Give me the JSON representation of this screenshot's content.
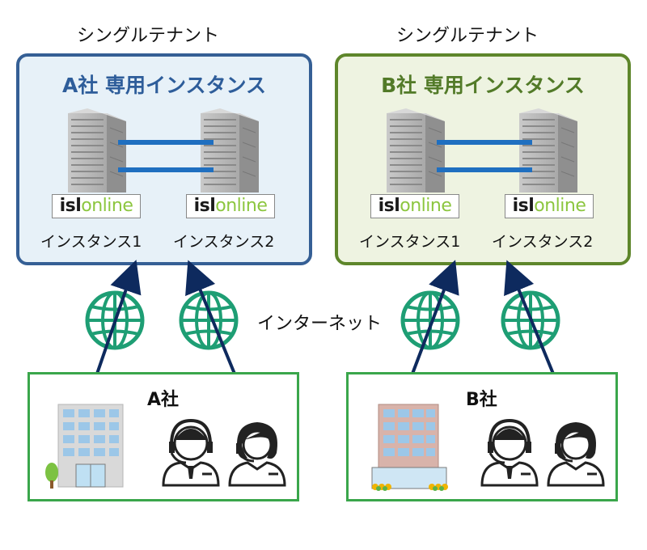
{
  "tenants": [
    {
      "header": "シングルテナント",
      "box_title": "A社 専用インスタンス",
      "title_color": "#2e5d9a",
      "border_color": "#355f95",
      "fill_color": "#e7f1f8",
      "instances": [
        "インスタンス1",
        "インスタンス2"
      ],
      "logo_parts": [
        "isl",
        "online"
      ]
    },
    {
      "header": "シングルテナント",
      "box_title": "B社 専用インスタンス",
      "title_color": "#527a28",
      "border_color": "#5e862b",
      "fill_color": "#eef3e1",
      "instances": [
        "インスタンス1",
        "インスタンス2"
      ],
      "logo_parts": [
        "isl",
        "online"
      ]
    }
  ],
  "internet_label": "インターネット",
  "companies": [
    {
      "name": "A社"
    },
    {
      "name": "B社"
    }
  ],
  "colors": {
    "link_line": "#1f6fc0",
    "arrow": "#0e2a5e",
    "globe": "#1e9e74",
    "company_border": "#3aa64b"
  }
}
